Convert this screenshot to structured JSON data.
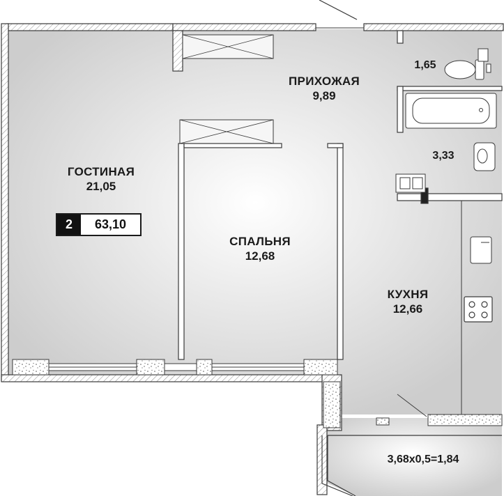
{
  "plan": {
    "rooms": [
      {
        "id": "living",
        "name": "ГОСТИНАЯ",
        "area": "21,05"
      },
      {
        "id": "hallway",
        "name": "ПРИХОЖАЯ",
        "area": "9,89"
      },
      {
        "id": "bedroom",
        "name": "СПАЛЬНЯ",
        "area": "12,68"
      },
      {
        "id": "kitchen",
        "name": "КУХНЯ",
        "area": "12,66"
      },
      {
        "id": "toilet",
        "name": "",
        "area": "1,65"
      },
      {
        "id": "bathroom",
        "name": "",
        "area": "3,33"
      },
      {
        "id": "balcony",
        "name": "",
        "area": "3,68x0,5=1,84"
      }
    ],
    "summary": {
      "room_count": "2",
      "total_area": "63,10"
    },
    "colors": {
      "wall": "#3a3a3a",
      "hatch": "#8a8a8a",
      "floor_center": "#ffffff",
      "floor_edge": "#cfcfcf",
      "badge_dark": "#111111"
    }
  }
}
